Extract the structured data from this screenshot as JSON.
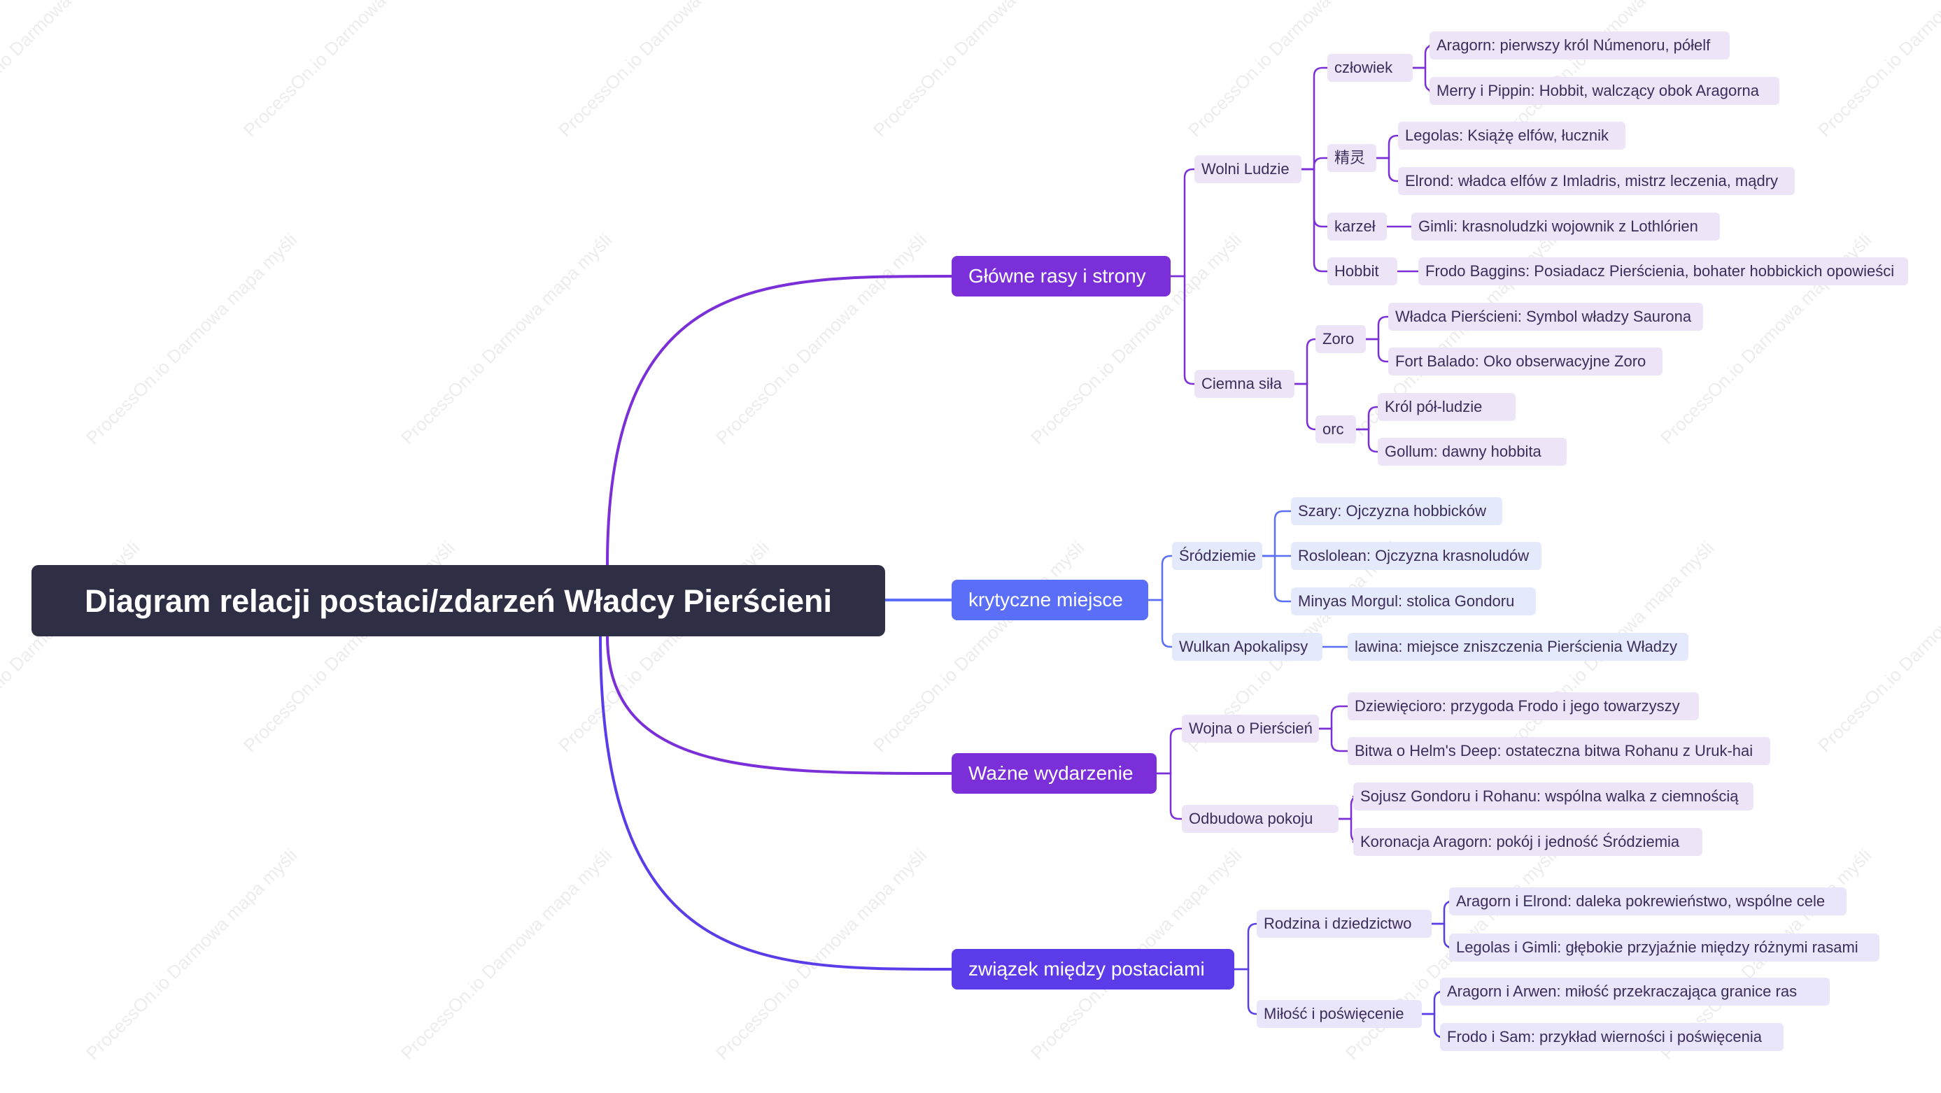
{
  "root": {
    "label": "Diagram relacji postaci/zdarzeń Władcy Pierścieni"
  },
  "watermark": "ProcessOn.io Darmowa mapa myśli",
  "colors": {
    "root_bg": "#2e2e44",
    "violet": "#7b2fd8",
    "blue": "#5a6ef8",
    "indigo": "#5b3ce8",
    "purple_leaf_bg": "#ede4f8",
    "blue_leaf_bg": "#e5e9fc",
    "indigo_leaf_bg": "#e9e6fb"
  },
  "branches": [
    {
      "label": "Główne rasy i strony",
      "children": [
        {
          "label": "Wolni Ludzie",
          "children": [
            {
              "label": "człowiek",
              "children": [
                "Aragorn: pierwszy król Númenoru, półelf",
                "Merry i Pippin: Hobbit, walczący obok Aragorna"
              ]
            },
            {
              "label": "精灵",
              "children": [
                "Legolas: Książę elfów, łucznik",
                "Elrond: władca elfów z Imladris, mistrz leczenia, mądry"
              ]
            },
            {
              "label": "karzeł",
              "children": [
                "Gimli: krasnoludzki wojownik z Lothlórien"
              ]
            },
            {
              "label": "Hobbit",
              "children": [
                "Frodo Baggins: Posiadacz Pierścienia, bohater hobbickich opowieści"
              ]
            }
          ]
        },
        {
          "label": "Ciemna siła",
          "children": [
            {
              "label": "Zoro",
              "children": [
                "Władca Pierścieni: Symbol władzy Saurona",
                "Fort Balado: Oko obserwacyjne Zoro"
              ]
            },
            {
              "label": "orc",
              "children": [
                "Król pół-ludzie",
                "Gollum: dawny hobbita"
              ]
            }
          ]
        }
      ]
    },
    {
      "label": "krytyczne miejsce",
      "children": [
        {
          "label": "Śródziemie",
          "children": [
            "Szary: Ojczyzna hobbicków",
            "Roslolean: Ojczyzna krasnoludów",
            "Minyas Morgul: stolica Gondoru"
          ]
        },
        {
          "label": "Wulkan Apokalipsy",
          "children": [
            "lawina: miejsce zniszczenia Pierścienia Władzy"
          ]
        }
      ]
    },
    {
      "label": "Ważne wydarzenie",
      "children": [
        {
          "label": "Wojna o Pierścień",
          "children": [
            "Dziewięcioro: przygoda Frodo i jego towarzyszy",
            "Bitwa o Helm's Deep: ostateczna bitwa Rohanu z Uruk-hai"
          ]
        },
        {
          "label": "Odbudowa pokoju",
          "children": [
            "Sojusz Gondoru i Rohanu: wspólna walka z ciemnością",
            "Koronacja Aragorn: pokój i jedność Śródziemia"
          ]
        }
      ]
    },
    {
      "label": "związek między postaciami",
      "children": [
        {
          "label": "Rodzina i dziedzictwo",
          "children": [
            "Aragorn i Elrond: daleka pokrewieństwo, wspólne cele",
            "Legolas i Gimli: głębokie przyjaźnie między różnymi rasami"
          ]
        },
        {
          "label": "Miłość i poświęcenie",
          "children": [
            "Aragorn i Arwen: miłość przekraczająca granice ras",
            "Frodo i Sam: przykład wierności i poświęcenia"
          ]
        }
      ]
    }
  ]
}
